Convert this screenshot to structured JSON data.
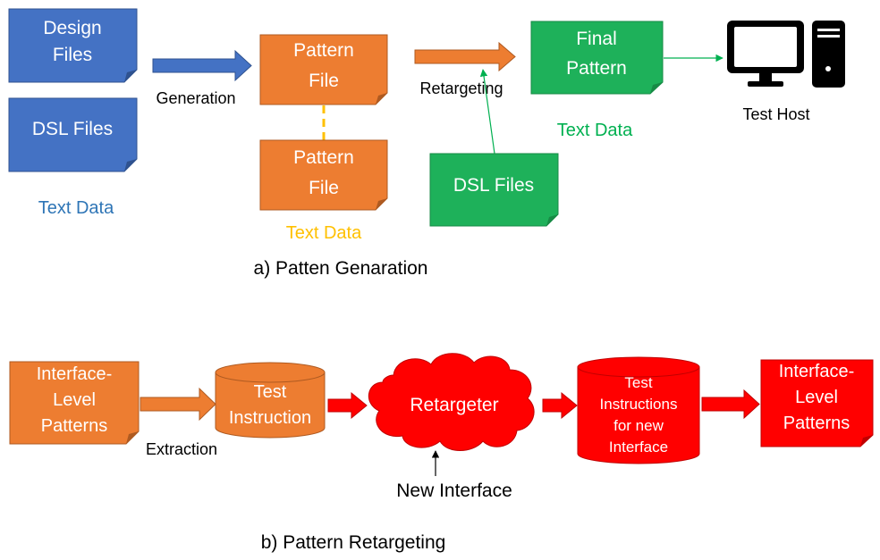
{
  "colors": {
    "blue_fill": "#4472C4",
    "blue_edge": "#2F528F",
    "blue_text": "#2E75B6",
    "orange_fill": "#ED7D31",
    "orange_edge": "#AE5A21",
    "gold": "#FFC000",
    "green_fill": "#1EB15A",
    "green_edge": "#178A45",
    "green_text": "#00B050",
    "red_fill": "#FF0000",
    "red_edge": "#C00000",
    "black": "#000000",
    "white": "#ffffff"
  },
  "part_a": {
    "design_files": [
      "Design",
      "Files"
    ],
    "dsl_files_left": "DSL Files",
    "text_data_blue": "Text Data",
    "generation_label": "Generation",
    "pattern_file_top": [
      "Pattern",
      "File"
    ],
    "pattern_file_bottom": [
      "Pattern",
      "File"
    ],
    "text_data_gold": "Text Data",
    "retargeting_label": "Retargeting",
    "final_pattern": [
      "Final",
      "Pattern"
    ],
    "text_data_green": "Text Data",
    "dsl_files_green": "DSL Files",
    "test_host": "Test Host",
    "caption": "a) Patten Genaration"
  },
  "part_b": {
    "interface_patterns_left": [
      "Interface-",
      "Level",
      "Patterns"
    ],
    "extraction_label": "Extraction",
    "test_instruction": [
      "Test",
      "Instruction"
    ],
    "retargeter": "Retargeter",
    "new_interface": "New Interface",
    "new_instructions": [
      "Test",
      "Instructions",
      "for new",
      "Interface"
    ],
    "interface_patterns_right": [
      "Interface-",
      "Level",
      "Patterns"
    ],
    "caption": "b) Pattern Retargeting"
  },
  "icons": {
    "computer": "desktop-computer-icon"
  }
}
